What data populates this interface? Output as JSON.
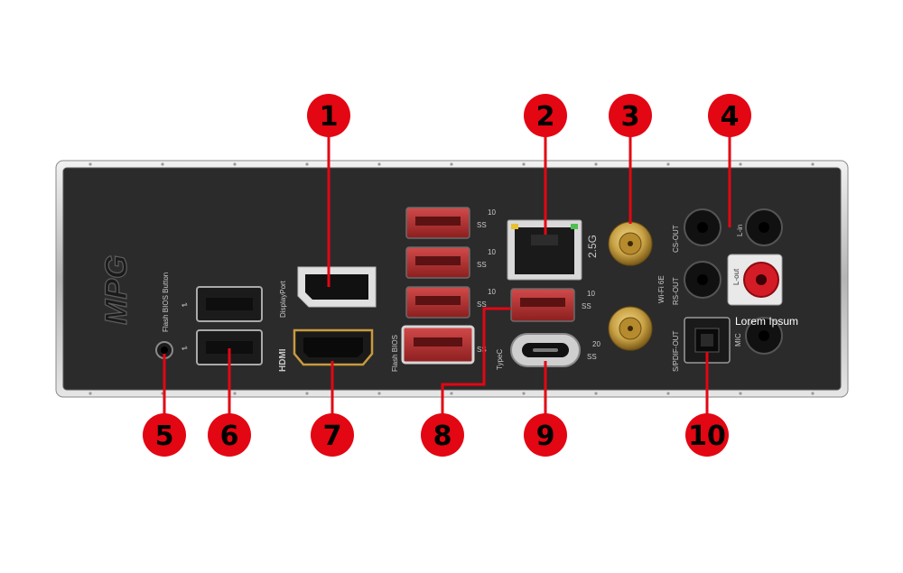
{
  "brand_logo_text": "MPG",
  "port_labels": {
    "flash_bios_button": "Flash BIOS Button",
    "displayport": "DisplayPort",
    "hdmi": "HDMI",
    "flash_bios": "Flash BIOS",
    "lan_speed": "2.5G",
    "wifi": "Wi-Fi 6E",
    "type_c": "TypeC",
    "cs_out": "CS-OUT",
    "l_in": "L-in",
    "rs_out": "RS-OUT",
    "l_out": "L-out",
    "spdif_out": "S/PDIF-OUT",
    "mic": "MIC",
    "usb_ss10": "10",
    "usb_ss20": "20",
    "ss_mark": "SS"
  },
  "overlay_text": "Lorem Ipsum",
  "callouts": [
    "1",
    "2",
    "3",
    "4",
    "5",
    "6",
    "7",
    "8",
    "9",
    "10"
  ],
  "colors": {
    "callout_fill": "#e30613",
    "leader_line": "#e30613",
    "panel": "#2a2a2a",
    "usb_red": "#b72c2c",
    "antenna_gold": "#c9a246"
  }
}
